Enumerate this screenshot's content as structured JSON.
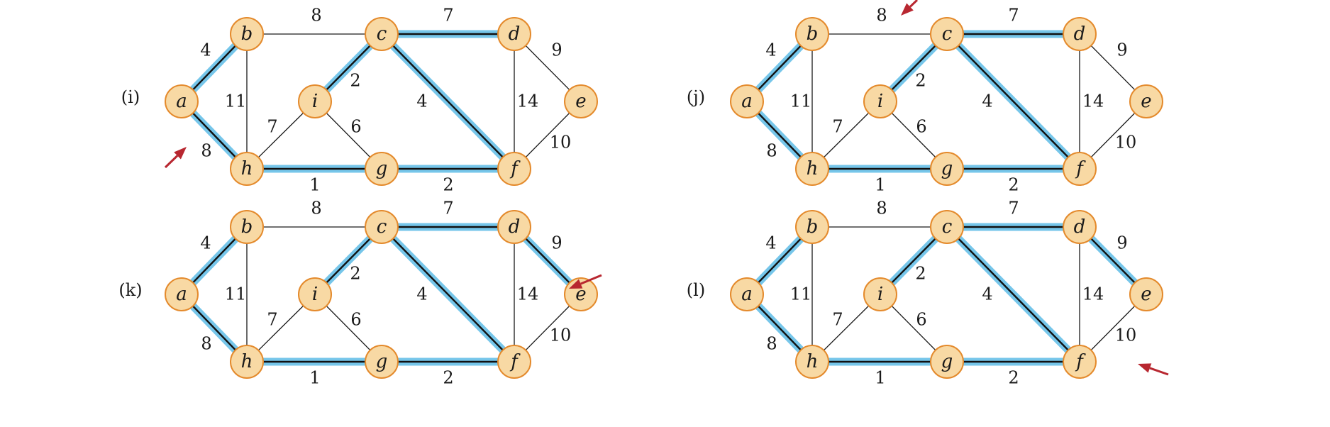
{
  "graph": {
    "nodes": [
      {
        "id": "a",
        "label": "a"
      },
      {
        "id": "b",
        "label": "b"
      },
      {
        "id": "c",
        "label": "c"
      },
      {
        "id": "d",
        "label": "d"
      },
      {
        "id": "e",
        "label": "e"
      },
      {
        "id": "f",
        "label": "f"
      },
      {
        "id": "g",
        "label": "g"
      },
      {
        "id": "h",
        "label": "h"
      },
      {
        "id": "i",
        "label": "i"
      }
    ],
    "edges": [
      {
        "from": "a",
        "to": "b",
        "weight": "4"
      },
      {
        "from": "a",
        "to": "h",
        "weight": "8"
      },
      {
        "from": "b",
        "to": "c",
        "weight": "8"
      },
      {
        "from": "b",
        "to": "h",
        "weight": "11"
      },
      {
        "from": "c",
        "to": "d",
        "weight": "7"
      },
      {
        "from": "c",
        "to": "i",
        "weight": "2"
      },
      {
        "from": "c",
        "to": "f",
        "weight": "4"
      },
      {
        "from": "d",
        "to": "e",
        "weight": "9"
      },
      {
        "from": "d",
        "to": "f",
        "weight": "14"
      },
      {
        "from": "e",
        "to": "f",
        "weight": "10"
      },
      {
        "from": "i",
        "to": "h",
        "weight": "7"
      },
      {
        "from": "i",
        "to": "g",
        "weight": "6"
      },
      {
        "from": "h",
        "to": "g",
        "weight": "1"
      },
      {
        "from": "g",
        "to": "f",
        "weight": "2"
      }
    ]
  },
  "panels": [
    {
      "label": "(i)",
      "highlighted": [
        "a-b",
        "a-h",
        "c-d",
        "c-i",
        "c-f",
        "h-g",
        "g-f"
      ],
      "arrow_edge": "a-h"
    },
    {
      "label": "(j)",
      "highlighted": [
        "a-b",
        "a-h",
        "c-d",
        "c-i",
        "c-f",
        "h-g",
        "g-f"
      ],
      "arrow_edge": "b-c"
    },
    {
      "label": "(k)",
      "highlighted": [
        "a-b",
        "a-h",
        "c-d",
        "c-i",
        "c-f",
        "h-g",
        "g-f",
        "d-e"
      ],
      "arrow_edge": "d-e"
    },
    {
      "label": "(l)",
      "highlighted": [
        "a-b",
        "a-h",
        "c-d",
        "c-i",
        "c-f",
        "h-g",
        "g-f",
        "d-e"
      ],
      "arrow_edge": "e-f"
    }
  ],
  "colors": {
    "highlight": "#76c6ea",
    "node_fill": "#f8d9a4",
    "node_stroke": "#e48a2c",
    "arrow": "#b82730"
  }
}
